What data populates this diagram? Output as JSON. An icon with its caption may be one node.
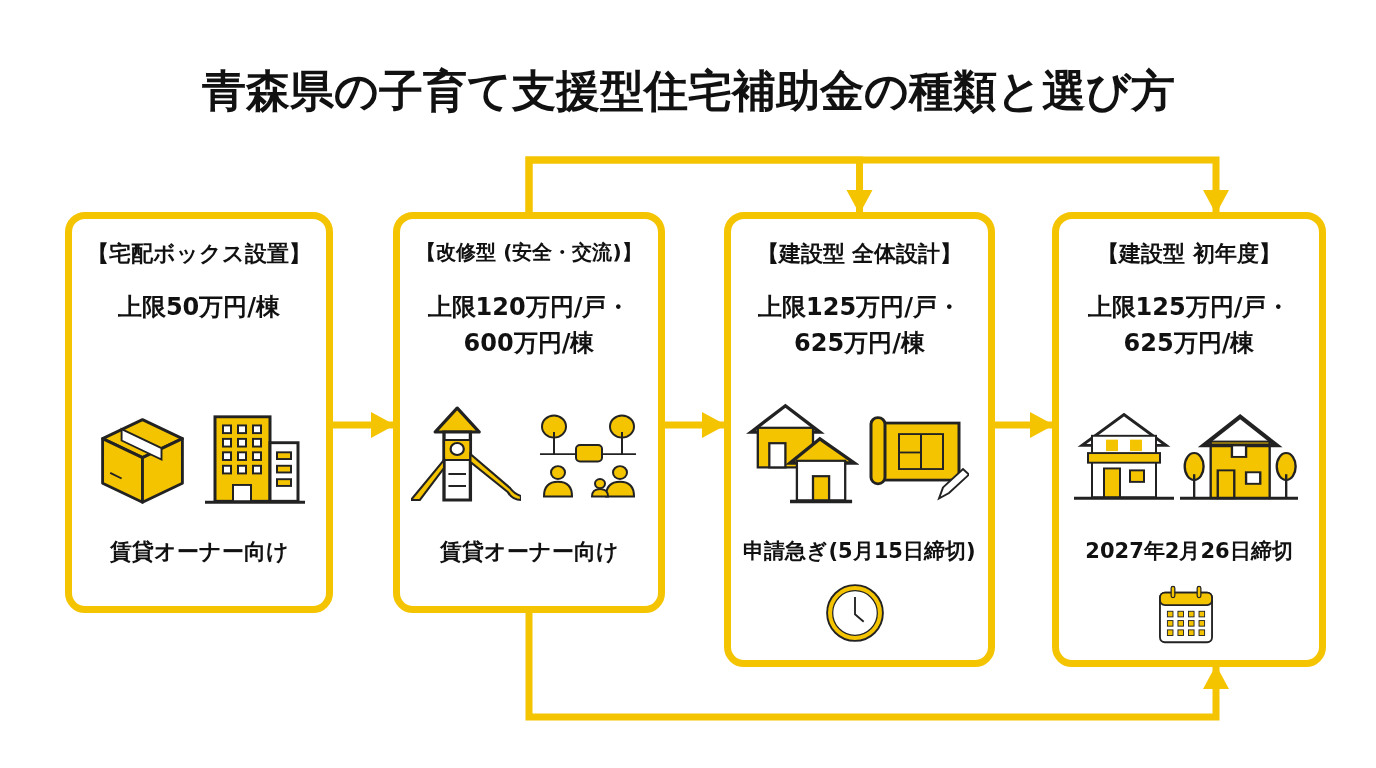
{
  "diagram": {
    "title": "青森県の子育て支援型住宅補助金の種類と選び方",
    "nodes": [
      {
        "text": [
          "【宅配ボックス設置】",
          "上限50万円/棟",
          "賃貸オーナー向け"
        ]
      },
      {
        "text": [
          "【改修型 (安全・交流)】",
          "上限120万円/戸・600万円/棟",
          "賃貸オーナー向け"
        ]
      },
      {
        "text": [
          "【建設型 全体設計】",
          "上限125万円/戸・625万円/棟",
          "申請急ぎ(5月15日締切)"
        ]
      },
      {
        "text": [
          "【建設型 初年度】",
          "上限125万円/戸・625万円/棟",
          "2027年2月26日締切"
        ]
      }
    ],
    "edges": [
      {
        "from": 0,
        "to": 1,
        "arrow": "to"
      },
      {
        "from": 1,
        "to": 2,
        "arrow": "to"
      },
      {
        "from": 2,
        "to": 3,
        "arrow": "to"
      },
      {
        "from": 1,
        "to": 2,
        "arrow": "to"
      },
      {
        "from": 1,
        "to": 3,
        "arrow": "to"
      },
      {
        "from": 1,
        "to": 3,
        "arrow": "to"
      }
    ]
  }
}
